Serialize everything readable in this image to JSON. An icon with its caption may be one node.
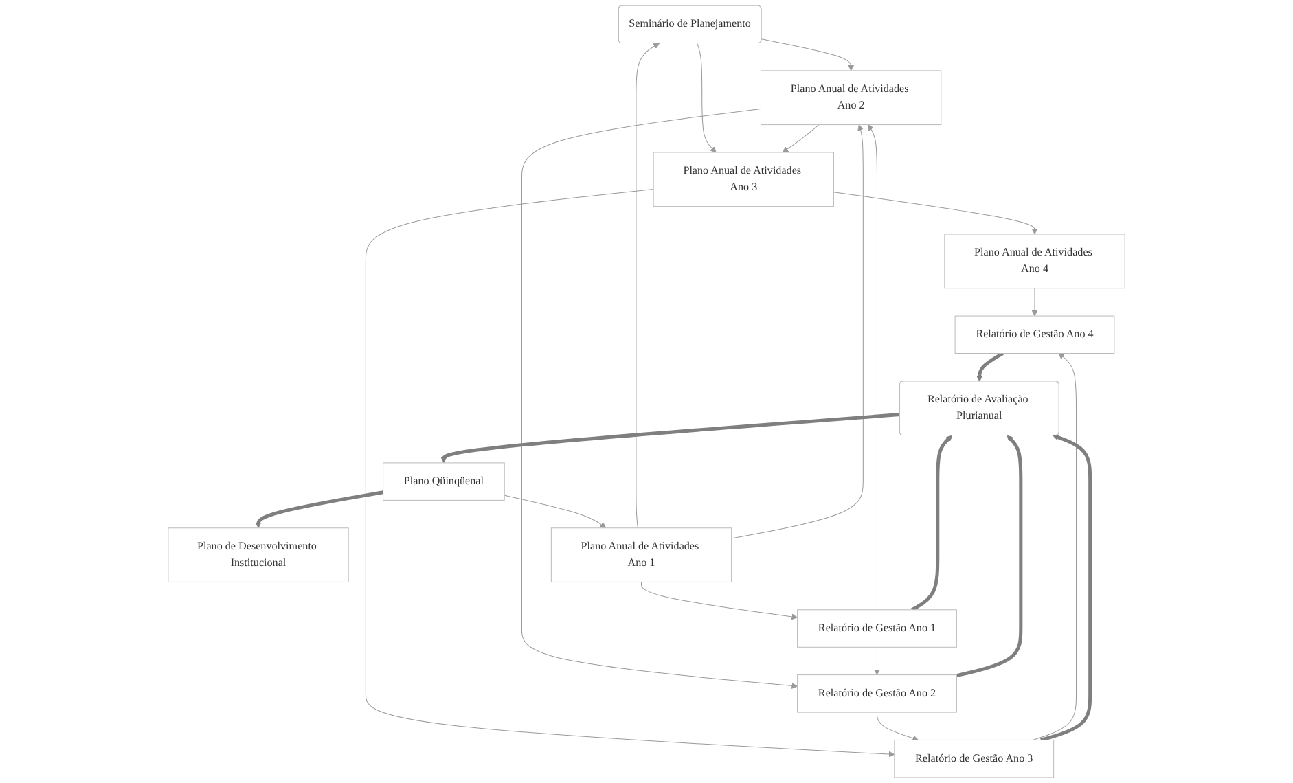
{
  "diagram": {
    "nodes": [
      {
        "text": [
          "Plano de Desenvolvimento Institucional"
        ]
      },
      {
        "text": [
          "Seminário de Planejamento"
        ]
      },
      {
        "text": [
          "Plano Qüinqüenal"
        ]
      },
      {
        "text": [
          "Plano Anual de Atividades Ano 1"
        ]
      },
      {
        "text": [
          "Plano Anual de Atividades Ano 2"
        ]
      },
      {
        "text": [
          "Plano Anual de Atividades Ano 3"
        ]
      },
      {
        "text": [
          "Plano Anual de Atividades Ano 4"
        ]
      },
      {
        "text": [
          "Relatório de Gestão Ano 1"
        ]
      },
      {
        "text": [
          "Relatório de Gestão Ano 2"
        ]
      },
      {
        "text": [
          "Relatório de Gestão Ano 3"
        ]
      },
      {
        "text": [
          "Relatório de Gestão Ano 4"
        ]
      },
      {
        "text": [
          "Relatório de Avaliação Plurianual"
        ]
      }
    ],
    "edges": [
      {
        "from": 2,
        "to": 0,
        "arrow": "to",
        "style": "thick"
      },
      {
        "from": 2,
        "to": 3,
        "arrow": "to"
      },
      {
        "from": 3,
        "to": 1,
        "arrow": "to"
      },
      {
        "from": 1,
        "to": 4,
        "arrow": "to"
      },
      {
        "from": 1,
        "to": 5,
        "arrow": "to"
      },
      {
        "from": 3,
        "to": 4,
        "arrow": "to"
      },
      {
        "from": 4,
        "to": 5,
        "arrow": "to"
      },
      {
        "from": 5,
        "to": 6,
        "arrow": "to"
      },
      {
        "from": 3,
        "to": 7,
        "arrow": "to"
      },
      {
        "from": 4,
        "to": 8,
        "arrow": "to"
      },
      {
        "from": 5,
        "to": 9,
        "arrow": "to"
      },
      {
        "from": 6,
        "to": 10,
        "arrow": "to"
      },
      {
        "from": 7,
        "to": 4,
        "arrow": "to"
      },
      {
        "from": 7,
        "to": 8,
        "arrow": "to"
      },
      {
        "from": 8,
        "to": 9,
        "arrow": "to"
      },
      {
        "from": 9,
        "to": 10,
        "arrow": "to"
      },
      {
        "from": 8,
        "to": 11,
        "arrow": "to",
        "style": "thick"
      },
      {
        "from": 9,
        "to": 11,
        "arrow": "to",
        "style": "thick"
      },
      {
        "from": 7,
        "to": 11,
        "arrow": "to",
        "style": "thick"
      },
      {
        "from": 10,
        "to": 11,
        "arrow": "to",
        "style": "thick"
      },
      {
        "from": 11,
        "to": 2,
        "arrow": "to",
        "style": "thick"
      }
    ]
  }
}
